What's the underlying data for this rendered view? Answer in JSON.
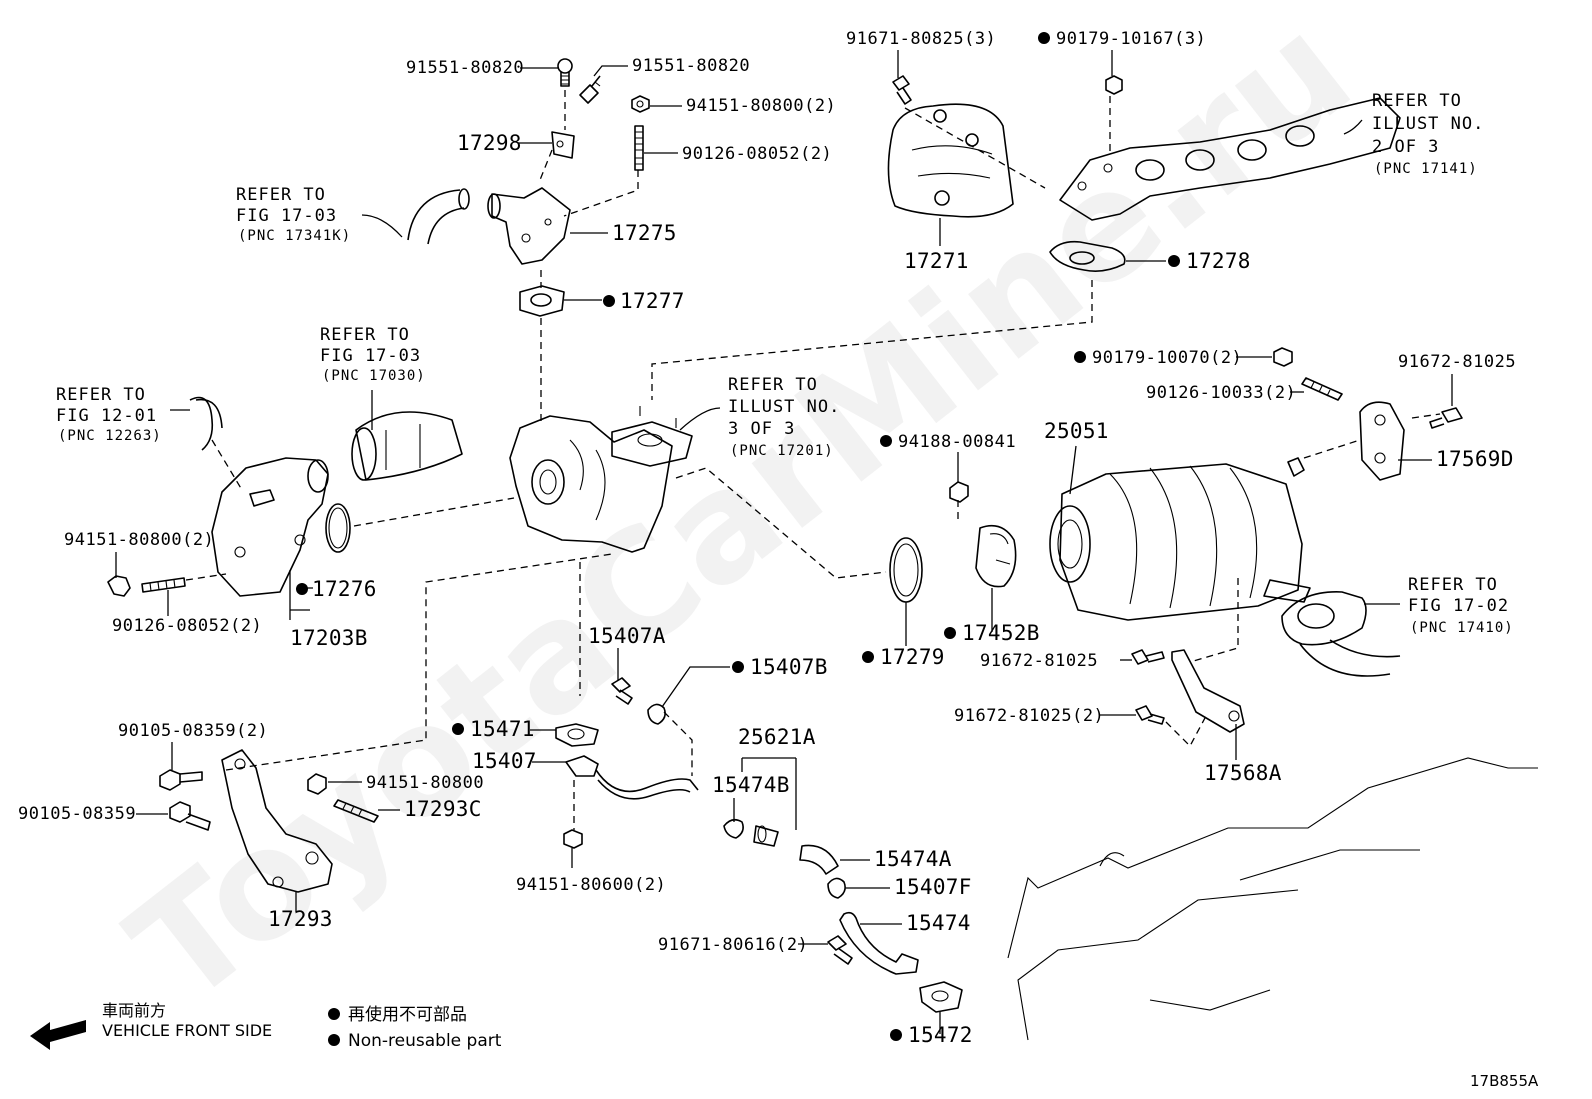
{
  "watermark": "ToyotaCarMine.ru",
  "figure_code": "17B855A",
  "legend": {
    "front_jp": "車両前方",
    "front_en": "VEHICLE FRONT SIDE",
    "nonreusable_jp": "再使用不可部品",
    "nonreusable_en": "Non-reusable part"
  },
  "refs": {
    "fig_17_03_a": {
      "l1": "REFER TO",
      "l2": "FIG 17-03",
      "l3": "(PNC 17341K)"
    },
    "fig_17_03_b": {
      "l1": "REFER TO",
      "l2": "FIG 17-03",
      "l3": "(PNC 17030)"
    },
    "fig_12_01": {
      "l1": "REFER TO",
      "l2": "FIG 12-01",
      "l3": "(PNC 12263)"
    },
    "illust_3of3": {
      "l1": "REFER TO",
      "l2": "ILLUST NO.",
      "l3": "3 OF 3",
      "l4": "(PNC 17201)"
    },
    "illust_2of3": {
      "l1": "REFER TO",
      "l2": "ILLUST NO.",
      "l3": "2 OF 3",
      "l4": "(PNC 17141)"
    },
    "fig_17_02": {
      "l1": "REFER TO",
      "l2": "FIG 17-02",
      "l3": "(PNC 17410)"
    }
  },
  "labels": {
    "p91551_a": "91551-80820",
    "p91551_b": "91551-80820",
    "p94151_80800_2a": "94151-80800(2)",
    "p90126_08052_2a": "90126-08052(2)",
    "p17298": "17298",
    "p17275": "17275",
    "p17277": "17277",
    "p91671_80825": "91671-80825(3)",
    "p90179_10167": "90179-10167(3)",
    "p17271": "17271",
    "p17278": "17278",
    "p90179_10070": "90179-10070(2)",
    "p90126_10033": "90126-10033(2)",
    "p91672_81025_a": "91672-81025",
    "p25051": "25051",
    "p17569D": "17569D",
    "p94188_00841": "94188-00841",
    "p17452B": "17452B",
    "p17279": "17279",
    "p94151_80800_2b": "94151-80800(2)",
    "p17276": "17276",
    "p90126_08052_2b": "90126-08052(2)",
    "p17203B": "17203B",
    "p15407A": "15407A",
    "p15407B": "15407B",
    "p15471": "15471",
    "p15407": "15407",
    "p25621A": "25621A",
    "p15474B": "15474B",
    "p15474A": "15474A",
    "p15407F": "15407F",
    "p15474": "15474",
    "p91671_80616": "91671-80616(2)",
    "p15472": "15472",
    "p94151_80600": "94151-80600(2)",
    "p90105_08359_2": "90105-08359(2)",
    "p90105_08359": "90105-08359",
    "p94151_80800": "94151-80800",
    "p17293C": "17293C",
    "p17293": "17293",
    "p91672_81025_b": "91672-81025",
    "p91672_81025_2": "91672-81025(2)",
    "p17568A": "17568A"
  }
}
